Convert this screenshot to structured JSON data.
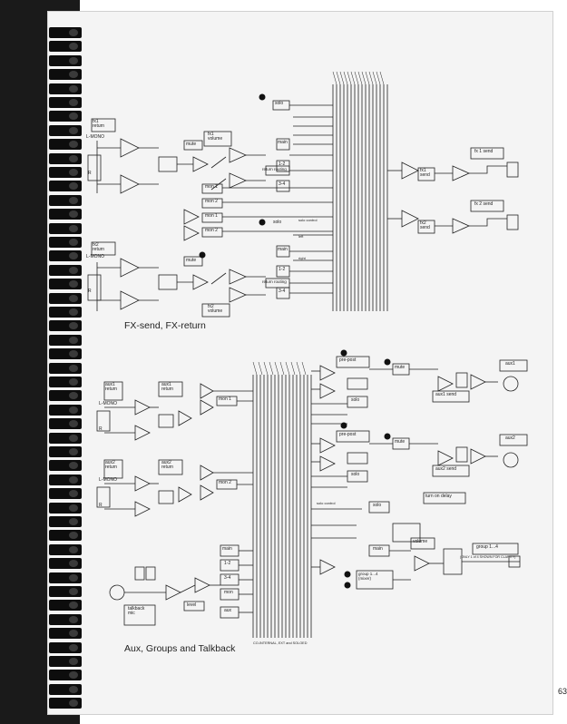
{
  "page": {
    "number": "63"
  },
  "figures": {
    "fx": {
      "caption": "FX-send, FX-return",
      "labels": {
        "fx1_return": "fx1\nreturn",
        "fx2_return": "fx2\nreturn",
        "l_mono": "L-MONO",
        "r": "R",
        "mute": "mute",
        "fx1_volume": "fx1\nvolume",
        "fx2_volume": "fx2\nvolume",
        "return_routing": "return routing",
        "mon1": "mon 1",
        "mon2": "mon 2",
        "solo": "solo",
        "main": "main",
        "bus12": "1-2",
        "bus34": "3-4",
        "fx1_send": "fx1\nsend",
        "fx2_send": "fx2\nsend",
        "fx1_send_out": "fx 1 send",
        "fx2_send_out": "fx 2 send",
        "solo_control": "solo control",
        "left": "left",
        "right": "right"
      }
    },
    "aux": {
      "caption": "Aux, Groups and Talkback",
      "labels": {
        "aux1_return": "aux1\nreturn",
        "aux2_return": "aux2\nreturn",
        "aux1_return_block": "aux1\nreturn",
        "aux2_return_block": "aux2\nreturn",
        "l_mono": "L-MONO",
        "r": "R",
        "mon1": "mon 1",
        "mon2": "mon 2",
        "pre_post": "pre-post",
        "mute": "mute",
        "solo": "solo",
        "aux1_send": "aux1 send",
        "aux2_send": "aux2 send",
        "aux1_out": "aux1",
        "aux2_out": "aux2",
        "turn_on_delay": "turn on delay",
        "volume": "volume",
        "group": "group 1...4",
        "group_note": "(ONLY 1 of 4 SHOWN FOR CLARITY)",
        "talkback_mic": "talkback\nmic",
        "level": "level",
        "main": "main",
        "bus12": "1-2",
        "bus34": "3-4",
        "mon": "mon",
        "aux": "aux",
        "footnote": "CO-INTERNAL, EXT and SOLOED",
        "solo_control": "solo control",
        "group_1_4": "group 1...4\n(mixer)"
      }
    }
  }
}
